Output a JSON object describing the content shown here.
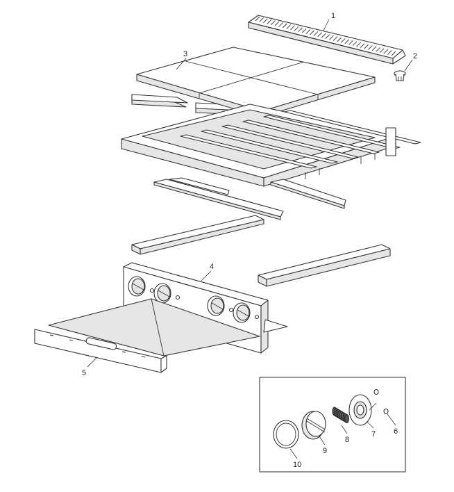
{
  "callouts": {
    "c1": "1",
    "c2": "2",
    "c3": "3",
    "c4": "4",
    "c5": "5",
    "c6": "6",
    "c7": "7",
    "c8": "8",
    "c9": "9",
    "c10": "10"
  },
  "colors": {
    "line": "#333333",
    "shade": "#e6e6e6",
    "background": "#ffffff"
  }
}
